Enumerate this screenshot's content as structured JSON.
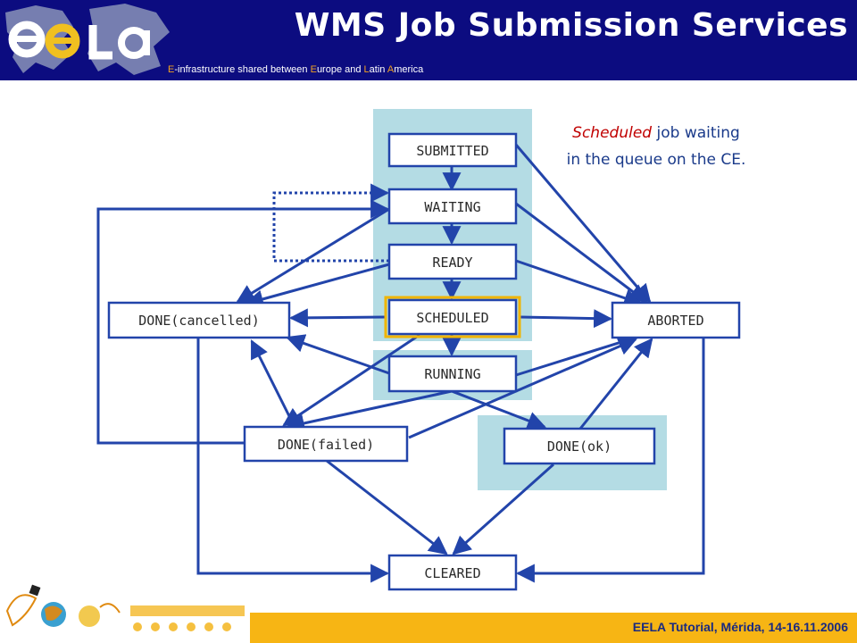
{
  "header": {
    "title": "WMS Job Submission Services",
    "tagline_parts": [
      {
        "text": "E",
        "hl": true
      },
      {
        "text": "-infrastructure shared between ",
        "hl": false
      },
      {
        "text": "E",
        "hl": true
      },
      {
        "text": "urope and ",
        "hl": false
      },
      {
        "text": "L",
        "hl": true
      },
      {
        "text": "atin ",
        "hl": false
      },
      {
        "text": "A",
        "hl": true
      },
      {
        "text": "merica",
        "hl": false
      }
    ]
  },
  "note": {
    "emphasis": "Scheduled",
    "line1_rest": " job waiting",
    "line2": "in the queue on the CE."
  },
  "diagram": {
    "states": {
      "submitted": "SUBMITTED",
      "waiting": "WAITING",
      "ready": "READY",
      "scheduled": "SCHEDULED",
      "running": "RUNNING",
      "done_cancelled": "DONE(cancelled)",
      "aborted": "ABORTED",
      "done_failed": "DONE(failed)",
      "done_ok": "DONE(ok)",
      "cleared": "CLEARED"
    },
    "highlighted_state": "scheduled",
    "colors": {
      "arrow": "#2244aa",
      "panel": "#b4dce4",
      "highlight": "#f0b400"
    }
  },
  "footer": {
    "text": "EELA Tutorial, Mérida, 14-16.11.2006"
  }
}
